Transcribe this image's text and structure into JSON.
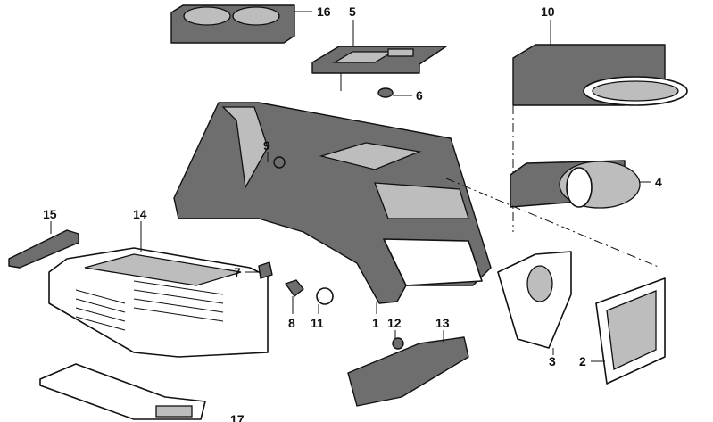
{
  "diagram": {
    "type": "exploded-parts-view",
    "labels": [
      "16",
      "5",
      "10",
      "6",
      "9",
      "4",
      "15",
      "14",
      "7",
      "8",
      "11",
      "1",
      "12",
      "13",
      "3",
      "2",
      "17"
    ]
  }
}
